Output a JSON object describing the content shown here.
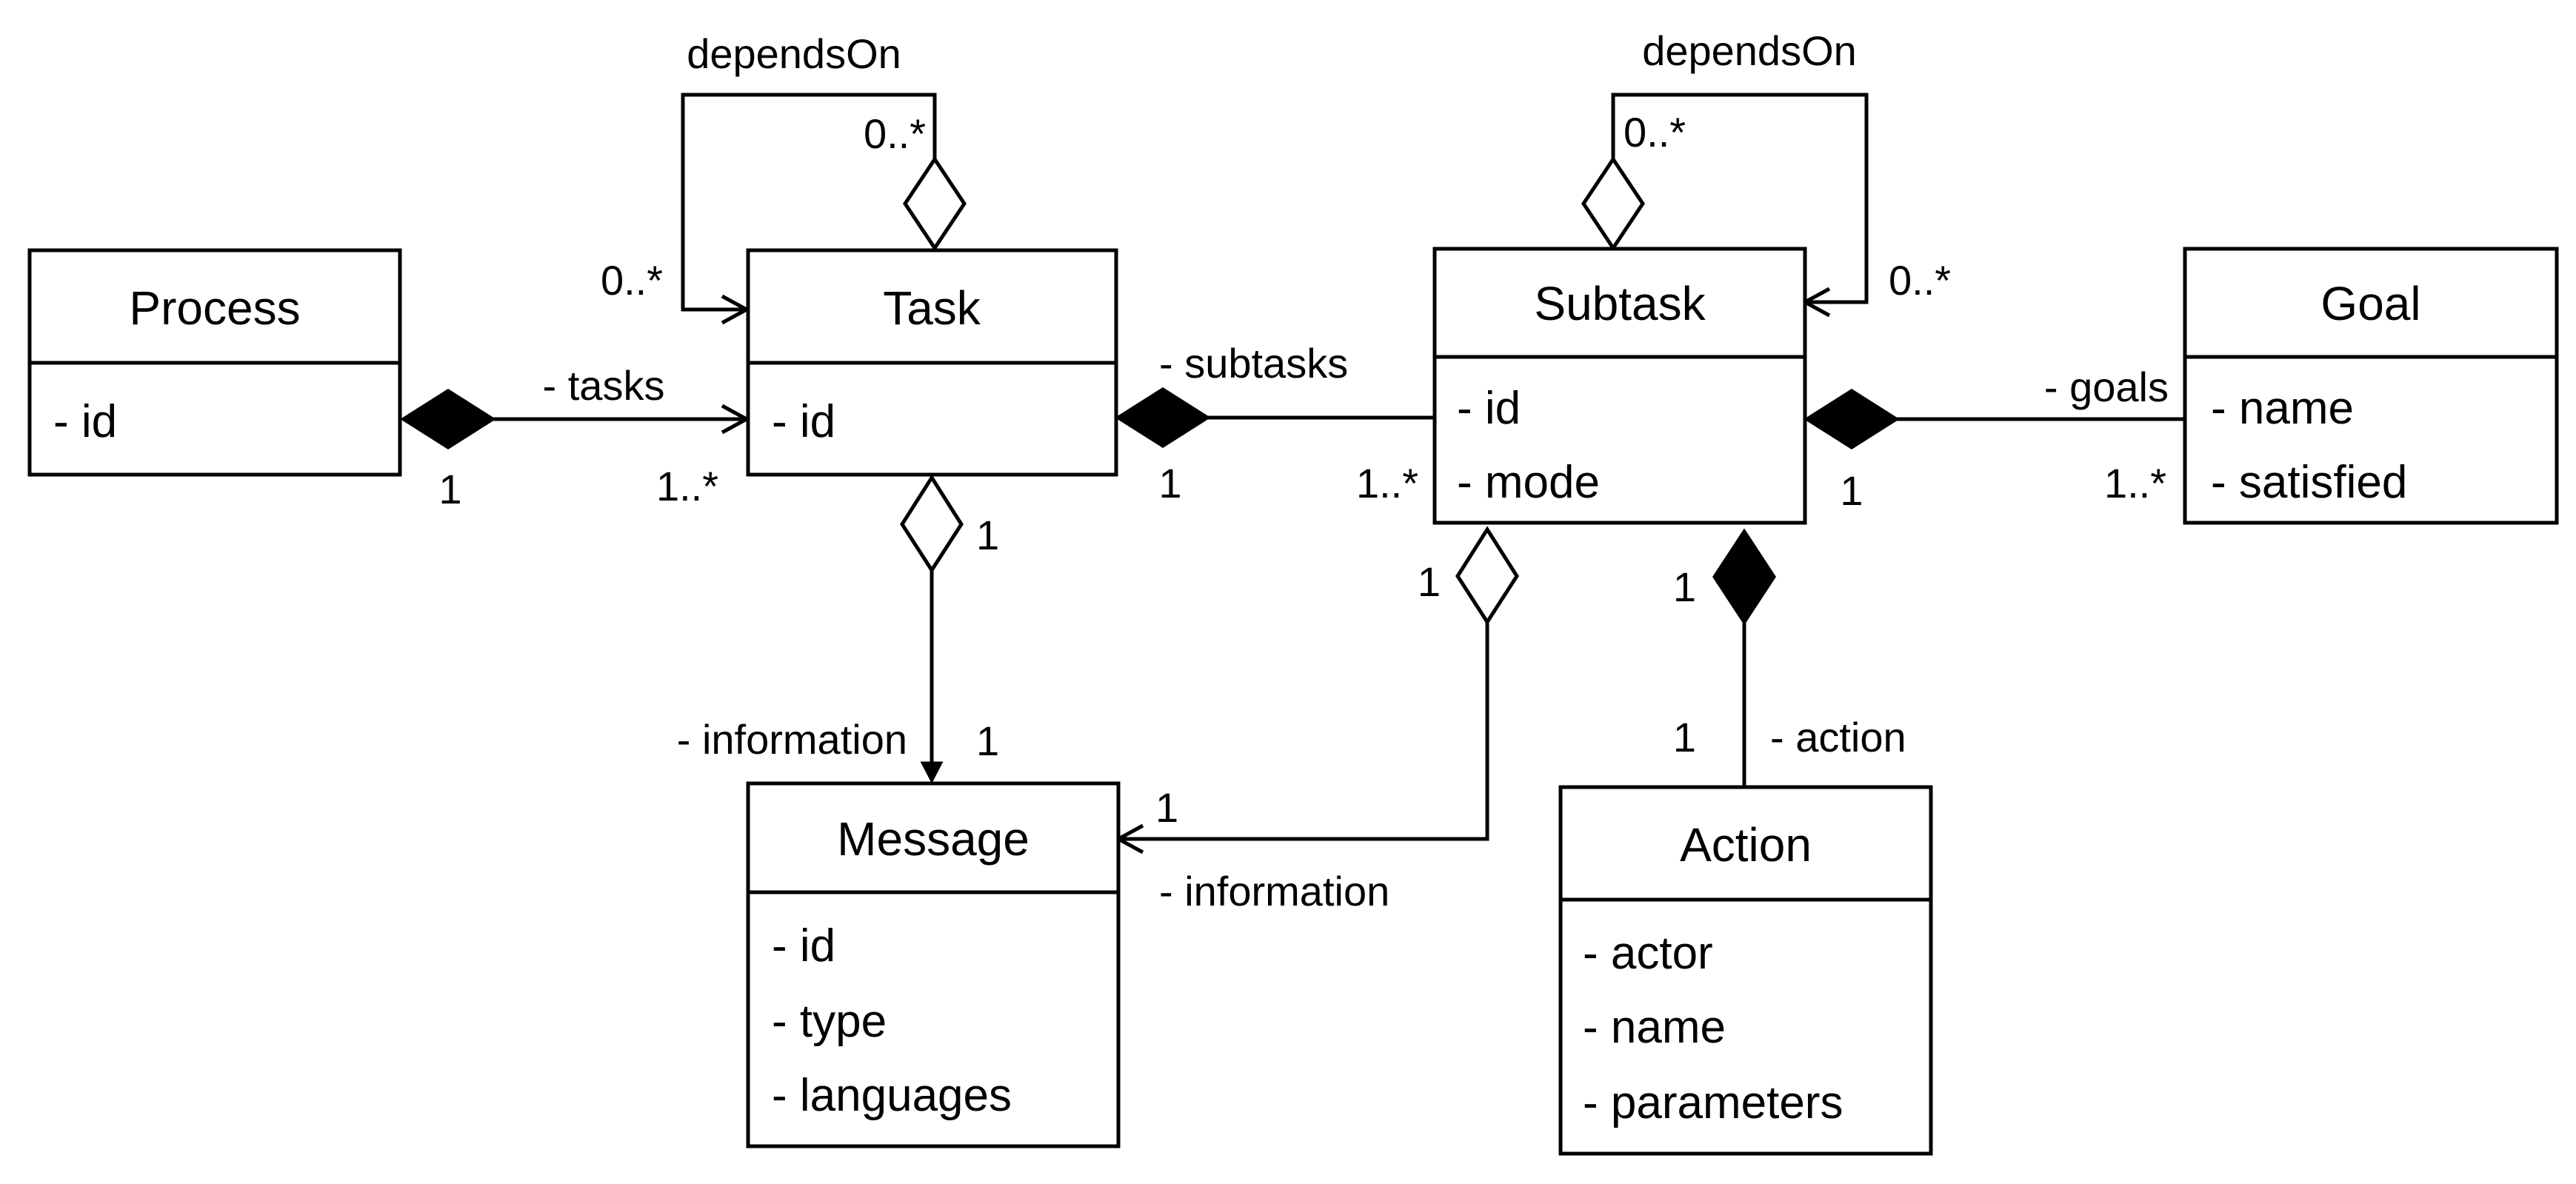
{
  "classes": {
    "process": {
      "name": "Process",
      "attributes": [
        "- id"
      ]
    },
    "task": {
      "name": "Task",
      "attributes": [
        "- id"
      ]
    },
    "subtask": {
      "name": "Subtask",
      "attributes": [
        "- id",
        "- mode"
      ]
    },
    "goal": {
      "name": "Goal",
      "attributes": [
        "- name",
        "- satisfied"
      ]
    },
    "message": {
      "name": "Message",
      "attributes": [
        "- id",
        "- type",
        "- languages"
      ]
    },
    "action": {
      "name": "Action",
      "attributes": [
        "- actor",
        "- name",
        "- parameters"
      ]
    }
  },
  "associations": {
    "task_depends": {
      "label": "dependsOn",
      "mult_top": "0..*",
      "mult_arrow": "0..*"
    },
    "subtask_depends": {
      "label": "dependsOn",
      "mult_top": "0..*",
      "mult_arrow": "0..*"
    },
    "process_tasks": {
      "role": "- tasks",
      "mult_source": "1",
      "mult_target": "1..*"
    },
    "task_subtasks": {
      "role": "- subtasks",
      "mult_source": "1",
      "mult_target": "1..*"
    },
    "subtask_goals": {
      "role": "- goals",
      "mult_source": "1",
      "mult_target": "1..*"
    },
    "task_information": {
      "role": "- information",
      "mult_source": "1",
      "mult_target": "1"
    },
    "subtask_information": {
      "role": "- information",
      "mult_source": "1",
      "mult_target": "1"
    },
    "subtask_action": {
      "role": "- action",
      "mult_source": "1",
      "mult_target": "1"
    }
  }
}
